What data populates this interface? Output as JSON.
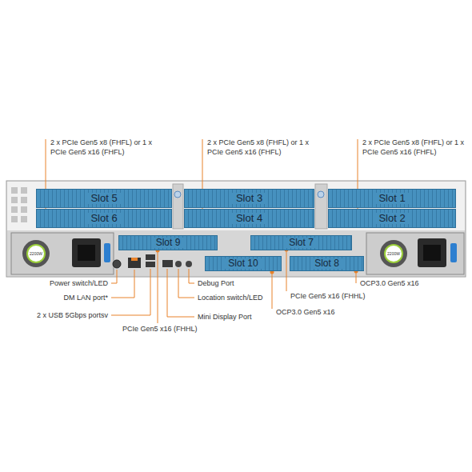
{
  "diagram": {
    "nodes": [
      {
        "text": [
          "Slot 5"
        ]
      },
      {
        "text": [
          "Slot 6"
        ]
      },
      {
        "text": [
          "Slot 3"
        ]
      },
      {
        "text": [
          "Slot 4"
        ]
      },
      {
        "text": [
          "Slot 1"
        ]
      },
      {
        "text": [
          "Slot 2"
        ]
      },
      {
        "text": [
          "Slot 9"
        ]
      },
      {
        "text": [
          "Slot 7"
        ]
      },
      {
        "text": [
          "Slot 10"
        ]
      },
      {
        "text": [
          "Slot 8"
        ]
      }
    ],
    "labels": [
      "2 x PCIe Gen5 x8 (FHFL) or 1 x PCIe Gen5 x16 (FHFL)",
      "2 x PCIe Gen5 x8 (FHFL) or 1 x PCIe Gen5 x16 (FHFL)",
      "2 x PCIe Gen5 x8 (FHFL) or 1 x PCIe Gen5 x16 (FHFL)",
      "2200W",
      "2200W",
      "Power switch/LED",
      "Debug Port",
      "OCP3.0 Gen5 x16",
      "DM LAN port*",
      "Location switch/LED",
      "PCIe Gen5 x16 (FHHL)",
      "OCP3.0 Gen5 x16",
      "2 x USB 5Gbps portsv",
      "Mini Display Port",
      "PCIe Gen5 x16 (FHHL)"
    ]
  }
}
